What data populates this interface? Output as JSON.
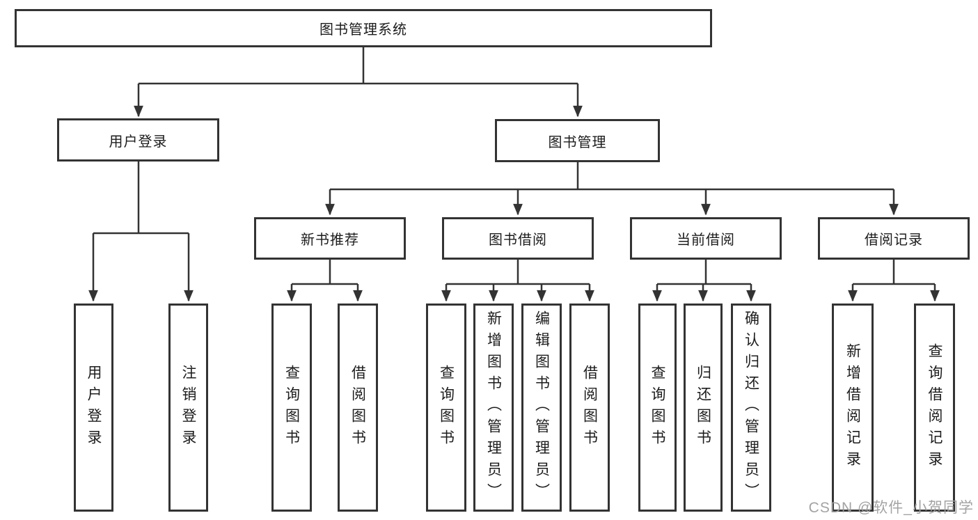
{
  "title": "图书管理系统",
  "watermark": {
    "text": "CSDN @软件_小贺同学"
  },
  "colors": {
    "line": "#333333",
    "border": "#333333",
    "text": "#1c1c1c",
    "background": "#ffffff",
    "watermark": "#9e9e9e"
  },
  "tree": {
    "label": "图书管理系统",
    "children": [
      {
        "label": "用户登录",
        "children": [
          {
            "label": "用户登录"
          },
          {
            "label": "注销登录"
          }
        ]
      },
      {
        "label": "图书管理",
        "children": [
          {
            "label": "新书推荐",
            "children": [
              {
                "label": "查询图书"
              },
              {
                "label": "借阅图书"
              }
            ]
          },
          {
            "label": "图书借阅",
            "children": [
              {
                "label": "查询图书"
              },
              {
                "label": "新增图书（管理员）"
              },
              {
                "label": "编辑图书（管理员）"
              },
              {
                "label": "借阅图书"
              }
            ]
          },
          {
            "label": "当前借阅",
            "children": [
              {
                "label": "查询图书"
              },
              {
                "label": "归还图书"
              },
              {
                "label": "确认归还（管理员）"
              }
            ]
          },
          {
            "label": "借阅记录",
            "children": [
              {
                "label": "新增借阅记录"
              },
              {
                "label": "查询借阅记录"
              }
            ]
          }
        ]
      }
    ]
  }
}
